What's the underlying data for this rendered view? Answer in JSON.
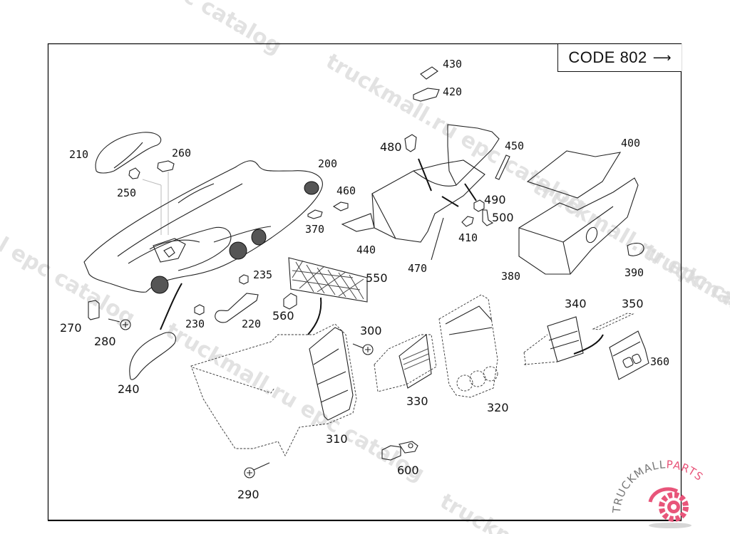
{
  "diagram": {
    "type": "exploded-parts-diagram",
    "subject": "dashboard / center console assembly",
    "code_box": {
      "label": "CODE 802",
      "arrow": "right-arrow"
    },
    "callouts": [
      {
        "id": "p200",
        "number": "200",
        "part": "dashboard-panel"
      },
      {
        "id": "p210",
        "number": "210",
        "part": "trim-cover"
      },
      {
        "id": "p220",
        "number": "220",
        "part": "handle-trim"
      },
      {
        "id": "p230",
        "number": "230",
        "part": "clip"
      },
      {
        "id": "p235",
        "number": "235",
        "part": "clip"
      },
      {
        "id": "p240",
        "number": "240",
        "part": "side-trim"
      },
      {
        "id": "p250",
        "number": "250",
        "part": "clip"
      },
      {
        "id": "p260",
        "number": "260",
        "part": "clip"
      },
      {
        "id": "p270",
        "number": "270",
        "part": "bracket"
      },
      {
        "id": "p280",
        "number": "280",
        "part": "screw"
      },
      {
        "id": "p290",
        "number": "290",
        "part": "screw"
      },
      {
        "id": "p300",
        "number": "300",
        "part": "screw"
      },
      {
        "id": "p310",
        "number": "310",
        "part": "lower-console"
      },
      {
        "id": "p320",
        "number": "320",
        "part": "center-bezel"
      },
      {
        "id": "p330",
        "number": "330",
        "part": "storage-tray"
      },
      {
        "id": "p340",
        "number": "340",
        "part": "frame"
      },
      {
        "id": "p350",
        "number": "350",
        "part": "cover-plate"
      },
      {
        "id": "p360",
        "number": "360",
        "part": "control-panel"
      },
      {
        "id": "p370",
        "number": "370",
        "part": "clip"
      },
      {
        "id": "p380",
        "number": "380",
        "part": "glove-box"
      },
      {
        "id": "p390",
        "number": "390",
        "part": "latch"
      },
      {
        "id": "p400",
        "number": "400",
        "part": "liner-mat"
      },
      {
        "id": "p410",
        "number": "410",
        "part": "clip"
      },
      {
        "id": "p420",
        "number": "420",
        "part": "lamp-housing"
      },
      {
        "id": "p430",
        "number": "430",
        "part": "bulb"
      },
      {
        "id": "p440",
        "number": "440",
        "part": "glove-box-housing"
      },
      {
        "id": "p450",
        "number": "450",
        "part": "damper"
      },
      {
        "id": "p460",
        "number": "460",
        "part": "clip"
      },
      {
        "id": "p470",
        "number": "470",
        "part": "pin"
      },
      {
        "id": "p480",
        "number": "480",
        "part": "switch"
      },
      {
        "id": "p490",
        "number": "490",
        "part": "bumper"
      },
      {
        "id": "p500",
        "number": "500",
        "part": "stop"
      },
      {
        "id": "p550",
        "number": "550",
        "part": "net"
      },
      {
        "id": "p560",
        "number": "560",
        "part": "fastener"
      },
      {
        "id": "p600",
        "number": "600",
        "part": "lock-cylinder"
      }
    ]
  },
  "watermarks": {
    "site_text": "truckmall.ru epc catalog",
    "fragments": [
      "c catalog",
      "truckmall.ru epc catalog",
      "l epc catalog",
      "truckmall.ru epc catalog",
      "truckmall.ru epc catalog",
      "truckmall.ru e",
      "truckmall.ru epc catalog",
      "truckm"
    ]
  },
  "logo": {
    "text_primary": "TRUCKMALL",
    "text_accent": "PARTS",
    "accent_color": "#e8557a",
    "icon": "gear-icon"
  }
}
